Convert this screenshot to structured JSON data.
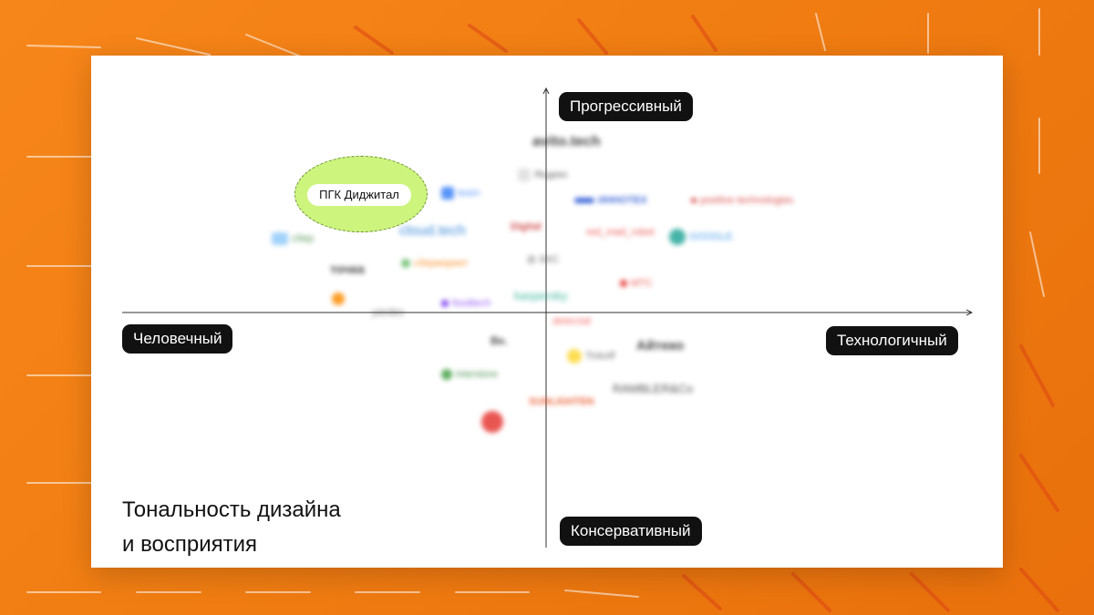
{
  "axes": {
    "top_label": "Прогрессивный",
    "bottom_label": "Консервативный",
    "left_label": "Человечный",
    "right_label": "Технологичный"
  },
  "caption": {
    "line1": "Тональность дизайна",
    "line2": "и восприятия"
  },
  "highlight": {
    "label": "ПГК Диджитал",
    "color": "#cdf57e"
  },
  "logos": [
    {
      "text": "avito.tech",
      "color": "#222222"
    },
    {
      "text": "Яндекс",
      "color": "#444444"
    },
    {
      "text": "team",
      "color": "#3b82f6"
    },
    {
      "text": "ИННОТЕХ",
      "color": "#1f4fd1"
    },
    {
      "text": "positive technologies",
      "color": "#d32f2f"
    },
    {
      "text": "Digital",
      "color": "#c62828"
    },
    {
      "text": "red_mad_robot",
      "color": "#e53935"
    },
    {
      "text": "GOOGLE",
      "color": "#1e88e5"
    },
    {
      "text": "сбер",
      "color": "#2e7d32"
    },
    {
      "text": "точка",
      "color": "#222222"
    },
    {
      "text": "cloud.tech",
      "color": "#1976d2"
    },
    {
      "text": "сбермаркет",
      "color": "#f57c00"
    },
    {
      "text": "БКС",
      "color": "#555555"
    },
    {
      "text": "МТС",
      "color": "#e53935"
    },
    {
      "text": "kaspersky",
      "color": "#1faa8b"
    },
    {
      "text": "foodtech",
      "color": "#7c3aed"
    },
    {
      "text": "detectal",
      "color": "#ef5350"
    },
    {
      "text": "yandex",
      "color": "#555555"
    },
    {
      "text": "Айтеко",
      "color": "#222222"
    },
    {
      "text": "Tinkoff",
      "color": "#555555"
    },
    {
      "text": "RAMBLER&Co",
      "color": "#333333"
    },
    {
      "text": "interstore",
      "color": "#2e7d32"
    },
    {
      "text": "SUNLIGHTEN",
      "color": "#e64a19"
    },
    {
      "text": "Be.",
      "color": "#222222"
    }
  ]
}
